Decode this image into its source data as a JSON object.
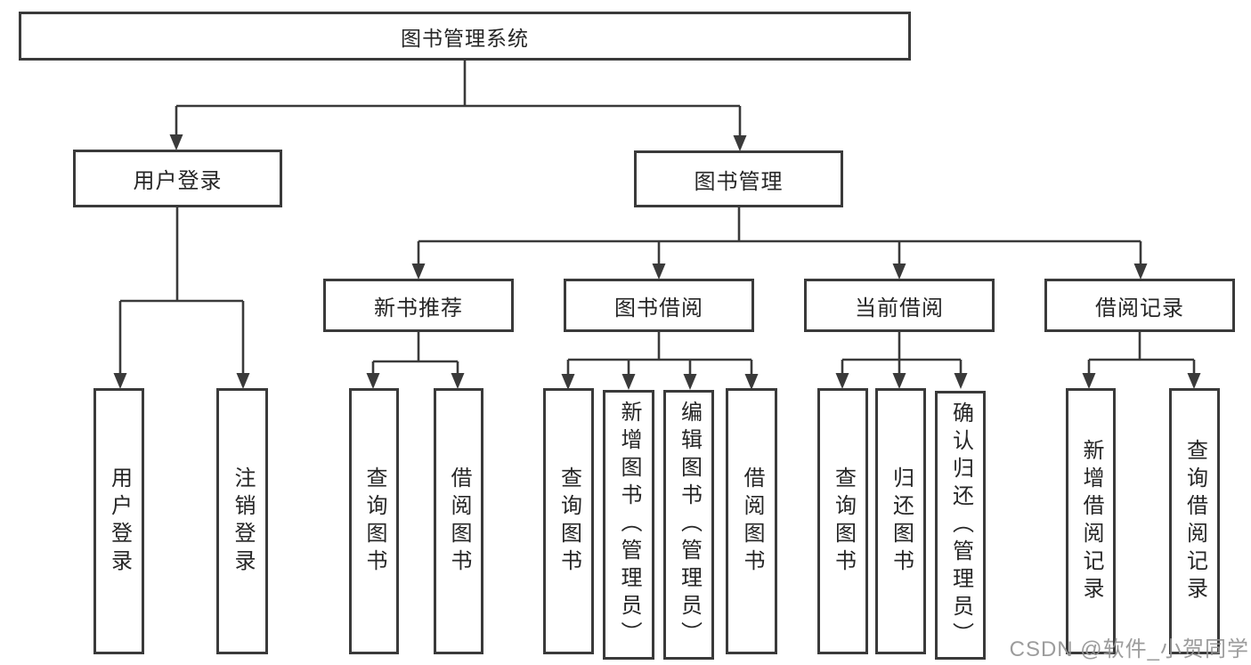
{
  "nodes": {
    "root": "图书管理系统",
    "user_login": "用户登录",
    "book_management": "图书管理",
    "new_book_recommend": "新书推荐",
    "book_borrow": "图书借阅",
    "current_borrow": "当前借阅",
    "borrow_records": "借阅记录",
    "leaf_user_login": "用户登录",
    "leaf_logout": "注销登录",
    "leaf_nb_query_books": "查询图书",
    "leaf_nb_borrow_books": "借阅图书",
    "leaf_bb_query_books": "查询图书",
    "leaf_bb_add_book_admin": "新增图书（管理员）",
    "leaf_bb_edit_book_admin": "编辑图书（管理员）",
    "leaf_bb_borrow_books": "借阅图书",
    "leaf_cb_query_books": "查询图书",
    "leaf_cb_return_books": "归还图书",
    "leaf_cb_confirm_return_admin": "确认归还（管理员）",
    "leaf_br_add_record": "新增借阅记录",
    "leaf_br_query_record": "查询借阅记录"
  },
  "watermark": {
    "text": "CSDN @软件_小贺同学"
  },
  "colors": {
    "line": "#3a3a3a",
    "text": "#262626",
    "watermark": "#949494",
    "background": "#ffffff"
  }
}
